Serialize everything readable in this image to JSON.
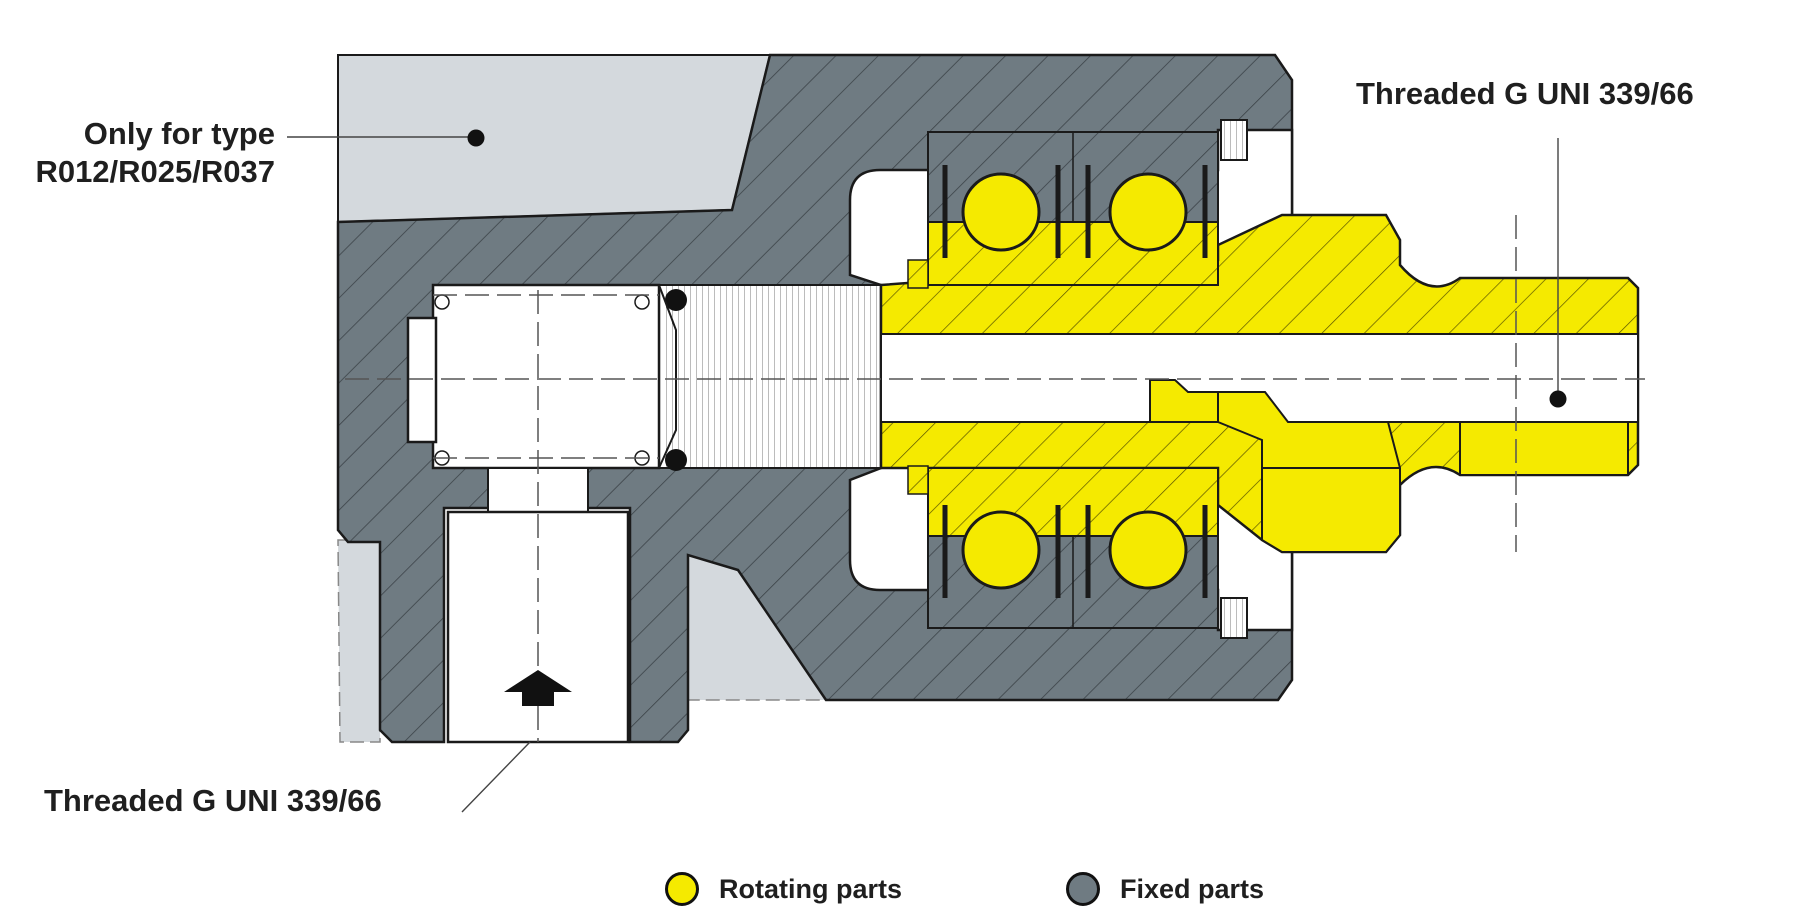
{
  "labels": {
    "only_for_type_line1": "Only for type",
    "only_for_type_line2": "R012/R025/R037",
    "threaded_top": "Threaded G UNI 339/66",
    "threaded_bottom": "Threaded G UNI 339/66"
  },
  "legend": [
    {
      "label": "Rotating parts",
      "color": "#f5ea00"
    },
    {
      "label": "Fixed parts",
      "color": "#6f7b82"
    }
  ],
  "colors": {
    "fixed": "#6f7b82",
    "rotating": "#f5ea00",
    "optional_body": "#d4d9dd",
    "outline": "#1a1a1a",
    "arrow": "#111111"
  },
  "icons": {
    "flow_arrow": "arrow-up-icon"
  }
}
